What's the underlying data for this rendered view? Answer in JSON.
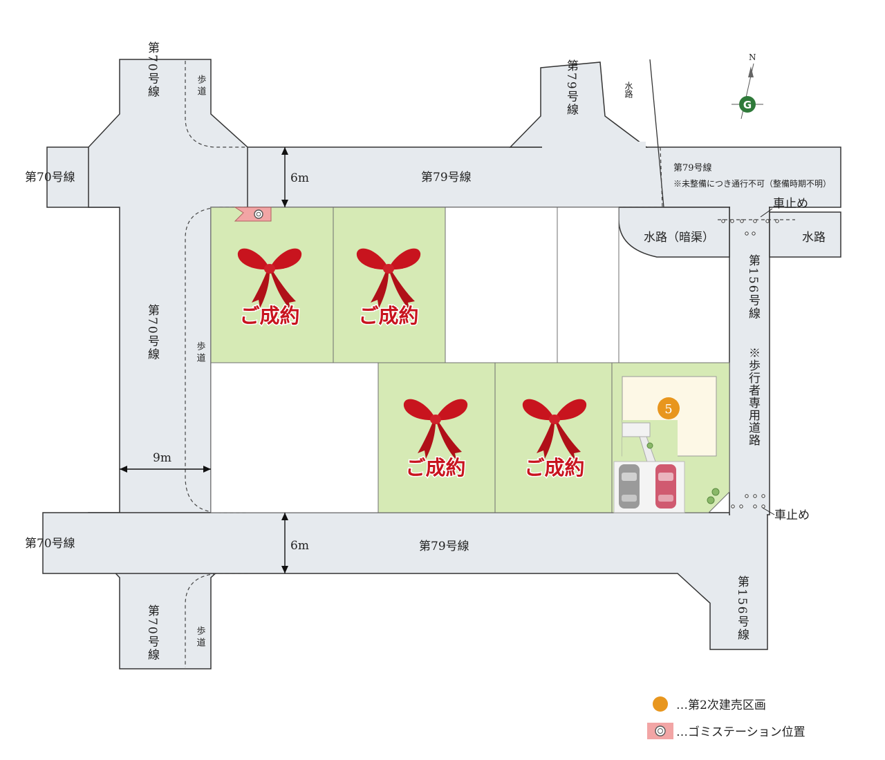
{
  "roads": {
    "r70_top": "第70号線",
    "sidewalk_top": "歩道",
    "r79_north": "第79号線",
    "waterway_north": "水路",
    "r70_west_upper": "第70号線",
    "r79_top_center": "第79号線",
    "r79_top_east": "第79号線",
    "r79_top_east_note": "※未整備につき通行不可（整備時期不明）",
    "r70_center": "第70号線",
    "sidewalk_center": "歩道",
    "waterway_culvert": "水路（暗渠）",
    "waterway_east": "水路",
    "r156_upper": "第156号線",
    "r156_upper_note": "※歩行者専用道路",
    "r70_west_lower": "第70号線",
    "r79_bottom_center": "第79号線",
    "r70_bottom": "第70号線",
    "sidewalk_bottom": "歩道",
    "r156_lower": "第156号線"
  },
  "dimensions": {
    "top_road_width": "6m",
    "left_road_width": "9m",
    "bottom_road_width": "6m"
  },
  "barriers": {
    "top": "車止め",
    "bottom": "車止め"
  },
  "lots": [
    {
      "status": "ご成約"
    },
    {
      "status": "ご成約"
    },
    {
      "status": "ご成約"
    },
    {
      "status": "ご成約"
    },
    {
      "number": "5"
    }
  ],
  "compass": {
    "north": "N"
  },
  "legend": {
    "second_phase": "…第2次建売区画",
    "garbage_station": "…ゴミステーション位置"
  },
  "colors": {
    "sold_ribbon": "#c8141e",
    "lot_marker": "#e8961e",
    "garbage_marker": "#f2a5a5",
    "lot_green": "#d6eab5",
    "road": "#e6eaee"
  }
}
